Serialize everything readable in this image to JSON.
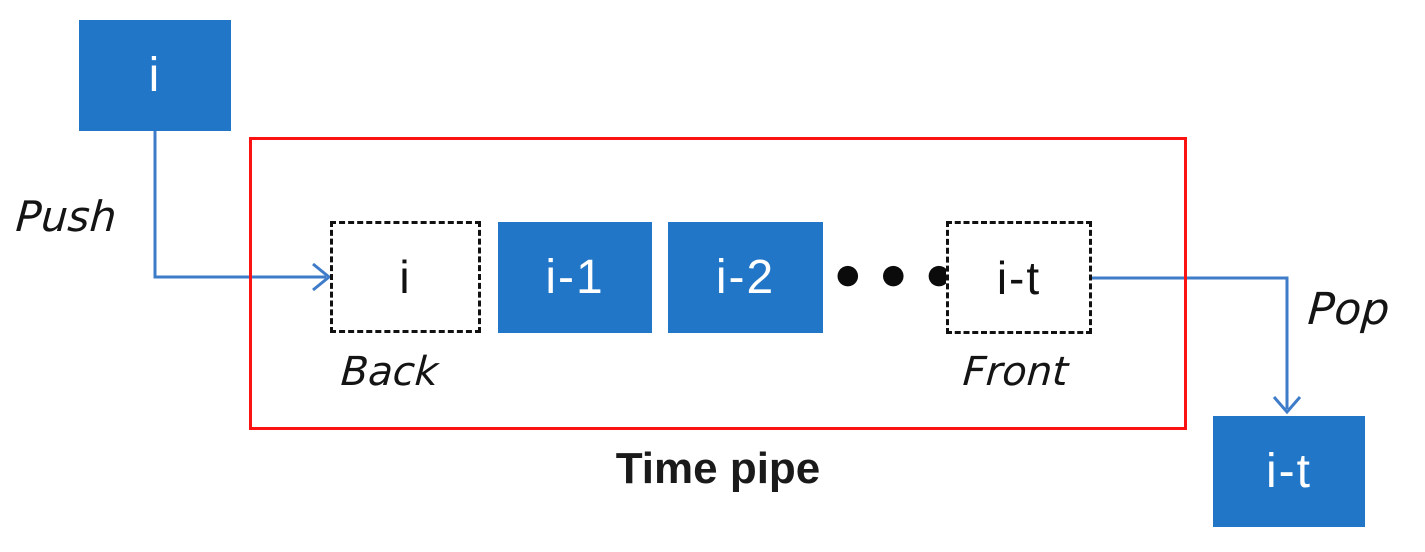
{
  "diagram": {
    "title": "Time pipe",
    "input_node": {
      "label": "i"
    },
    "output_node": {
      "label": "i-t"
    },
    "push": {
      "label": "Push"
    },
    "pop": {
      "label": "Pop"
    },
    "pipe": {
      "back_caption": "Back",
      "front_caption": "Front",
      "ellipsis": "●●●",
      "slots": [
        {
          "label": "i",
          "style": "dashed",
          "position": "back"
        },
        {
          "label": "i-1",
          "style": "solid"
        },
        {
          "label": "i-2",
          "style": "solid"
        },
        {
          "label": "i-t",
          "style": "dashed",
          "position": "front"
        }
      ]
    },
    "colors": {
      "box_blue": "#2176C7",
      "arrow_blue": "#3E7BC8",
      "pipe_red": "#FB1212",
      "label_black": "#141414",
      "box_text_white": "#FFFFFF"
    }
  }
}
